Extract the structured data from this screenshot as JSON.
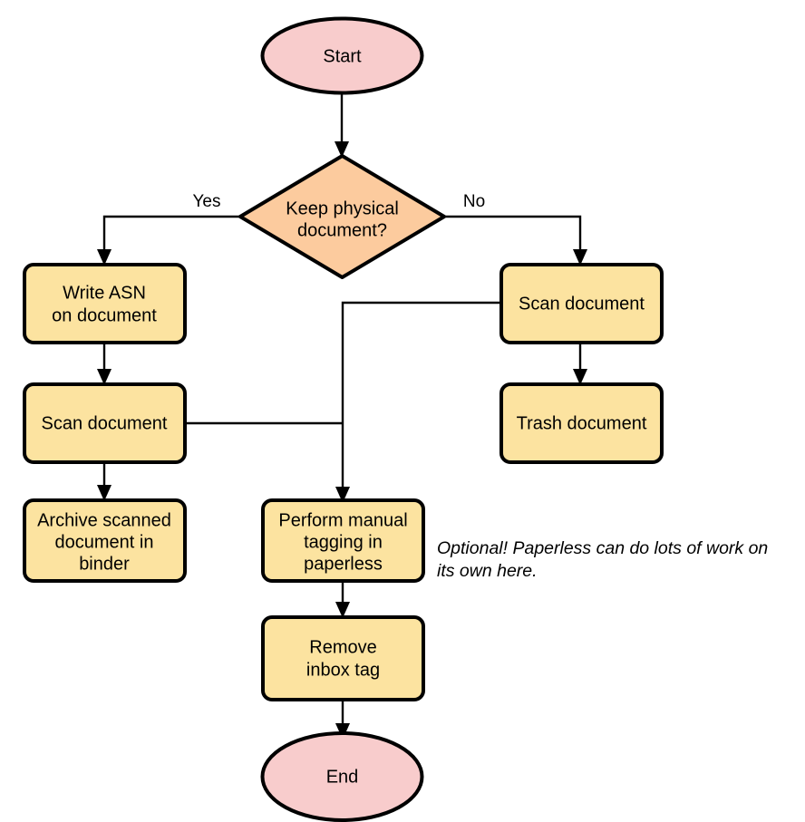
{
  "diagram": {
    "type": "flowchart",
    "orientation": "top-to-bottom",
    "background_color": "#FFFFFF",
    "palette": {
      "terminator_fill": "#F8CCCC",
      "decision_fill": "#FCCB9E",
      "process_fill": "#FCE3A0",
      "stroke": "#000000",
      "text": "#000000"
    },
    "nodes": {
      "start": {
        "label": "Start",
        "shape": "ellipse",
        "fill": "#F8CCCC"
      },
      "decision": {
        "label_line1": "Keep physical",
        "label_line2": "document?",
        "shape": "diamond",
        "fill": "#FCCB9E"
      },
      "write_asn": {
        "label_line1": "Write ASN",
        "label_line2": "on document",
        "shape": "process",
        "fill": "#FCE3A0"
      },
      "scan_left": {
        "label": "Scan document",
        "shape": "process",
        "fill": "#FCE3A0"
      },
      "archive": {
        "label_line1": "Archive scanned",
        "label_line2": "document in",
        "label_line3": "binder",
        "shape": "process",
        "fill": "#FCE3A0"
      },
      "scan_right": {
        "label": "Scan document",
        "shape": "process",
        "fill": "#FCE3A0"
      },
      "trash": {
        "label": "Trash document",
        "shape": "process",
        "fill": "#FCE3A0"
      },
      "tagging": {
        "label_line1": "Perform manual",
        "label_line2": "tagging in",
        "label_line3": "paperless",
        "shape": "process",
        "fill": "#FCE3A0"
      },
      "remove_inbox": {
        "label_line1": "Remove",
        "label_line2": "inbox tag",
        "shape": "process",
        "fill": "#FCE3A0"
      },
      "end": {
        "label": "End",
        "shape": "ellipse",
        "fill": "#F8CCCC"
      }
    },
    "edges": {
      "start_to_decision": {
        "label": ""
      },
      "decision_to_write_asn": {
        "label": "Yes"
      },
      "decision_to_scan_right": {
        "label": "No"
      },
      "write_asn_to_scan_left": {
        "label": ""
      },
      "scan_left_to_archive": {
        "label": ""
      },
      "scan_left_to_tagging": {
        "label": ""
      },
      "scan_right_to_trash": {
        "label": ""
      },
      "scan_right_to_tagging": {
        "label": ""
      },
      "tagging_to_remove_inbox": {
        "label": ""
      },
      "remove_inbox_to_end": {
        "label": ""
      }
    },
    "annotations": {
      "optional_note_line1": "Optional! Paperless can do lots of work on",
      "optional_note_line2": "its own here."
    }
  }
}
